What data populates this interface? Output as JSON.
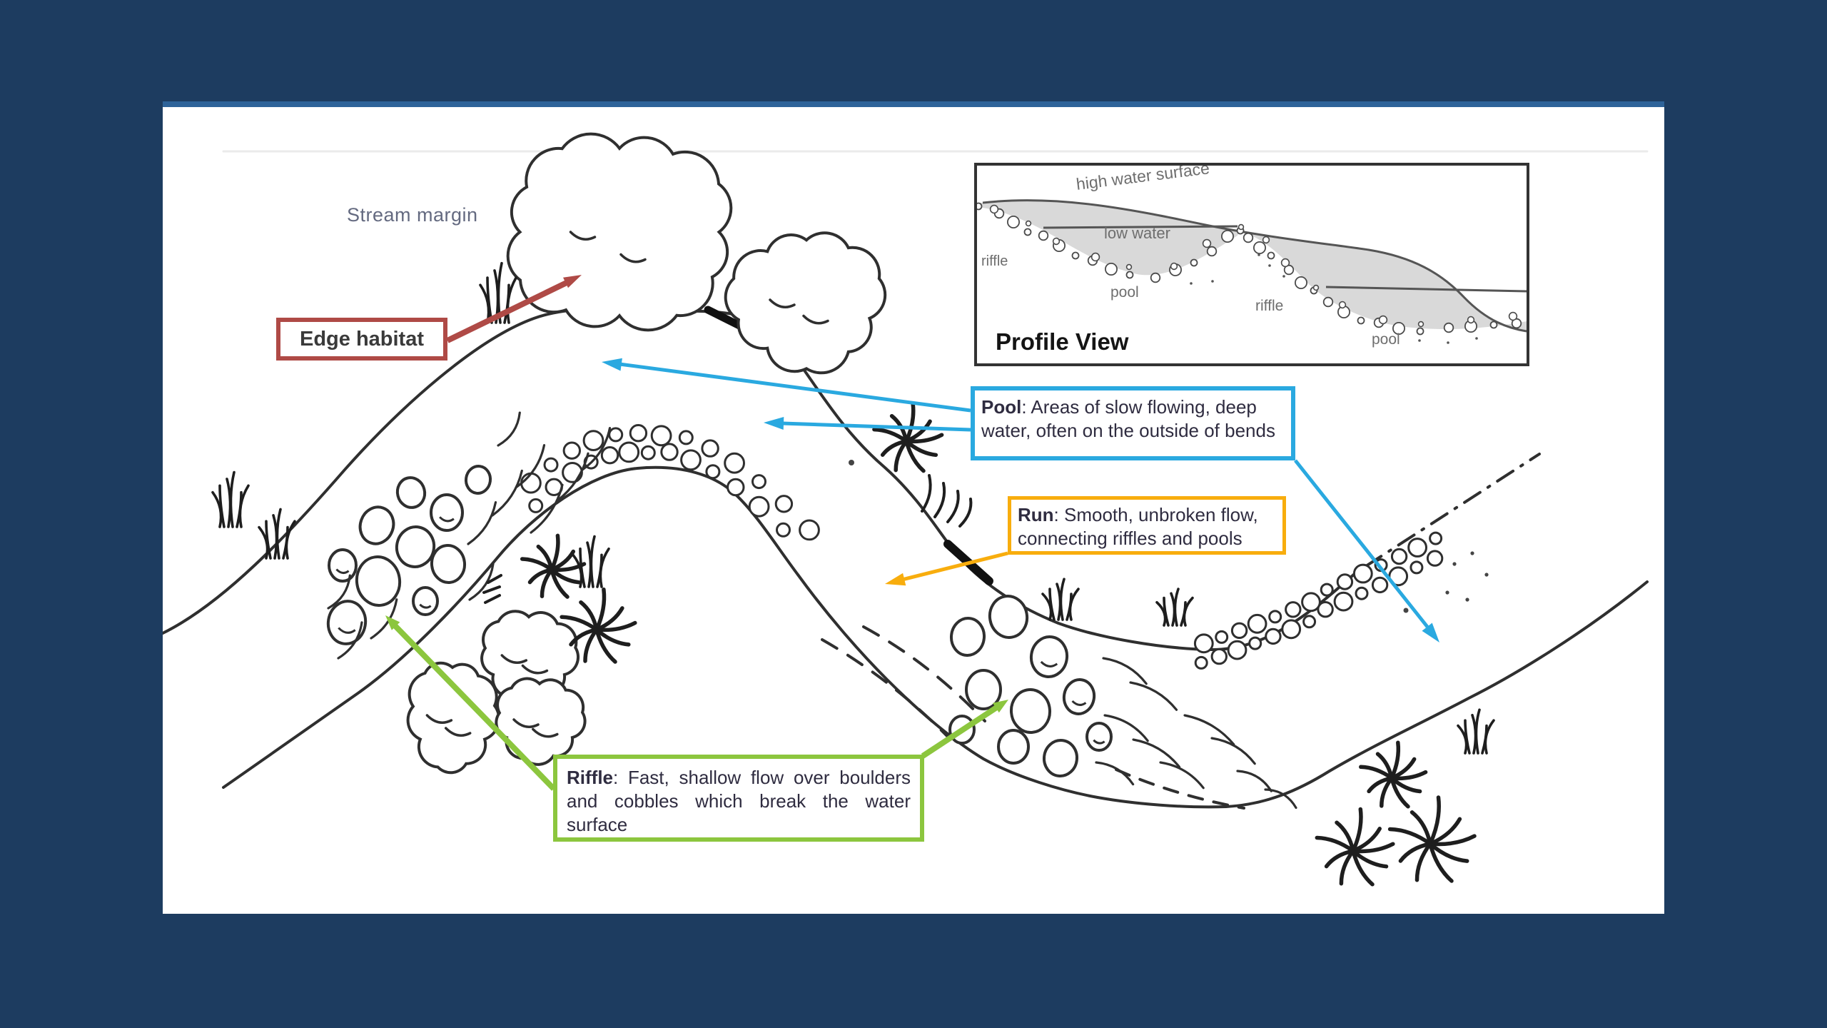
{
  "slide": {
    "background_color": "#1d3c60",
    "top_strip_color": "#2e6399",
    "canvas_color": "#ffffff",
    "ink_color": "#2f2f2f"
  },
  "annotations": {
    "stream_margin": "Stream margin",
    "edge_habitat": "Edge habitat",
    "edge_habitat_accent": "#af4a46"
  },
  "callouts": {
    "pool": {
      "term": "Pool",
      "rest": ": Areas of slow flowing, deep water, often on the outside of bends",
      "accent": "#2aa9e0"
    },
    "run": {
      "term": "Run",
      "rest": ": Smooth, unbroken flow, connecting riffles and pools",
      "accent": "#f8ad0d"
    },
    "riffle": {
      "term": "Riffle",
      "rest": ": Fast, shallow flow over boulders and cobbles which break the water surface",
      "accent": "#8cc63e"
    }
  },
  "profile_view": {
    "title": "Profile View",
    "labels": {
      "high_water": "high water surface",
      "low_water": "low water",
      "riffle_left": "riffle",
      "pool_left": "pool",
      "riffle_right": "riffle",
      "pool_right": "pool"
    }
  }
}
